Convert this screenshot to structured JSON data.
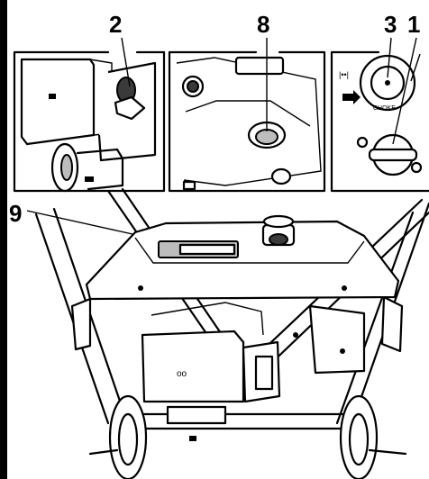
{
  "figure": {
    "callouts": [
      {
        "id": "c2",
        "label": "2"
      },
      {
        "id": "c8",
        "label": "8"
      },
      {
        "id": "c3",
        "label": "3"
      },
      {
        "id": "c1",
        "label": "1"
      },
      {
        "id": "c9",
        "label": "9"
      }
    ],
    "inset_texts": {
      "choke_mark": "|••|",
      "knob_text": "CHOKE"
    }
  }
}
